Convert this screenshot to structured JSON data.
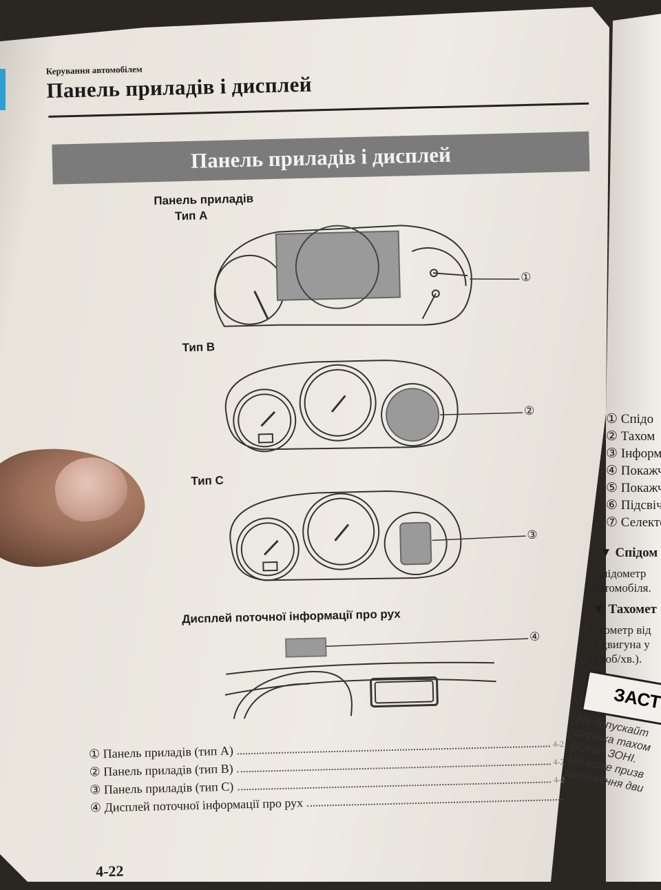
{
  "header": {
    "section_small": "Керування автомобілем",
    "section_title": "Панель приладів і дисплей",
    "banner": "Панель приладів і дисплей"
  },
  "figure": {
    "label_panel": "Панель приладів",
    "type_a": "Тип A",
    "type_b": "Тип B",
    "type_c": "Тип C",
    "label_display": "Дисплей поточної інформації про рух",
    "callouts": [
      "①",
      "②",
      "③",
      "④"
    ]
  },
  "legend": [
    {
      "num": "①",
      "text": "Панель приладів (тип A)",
      "page": "4-2"
    },
    {
      "num": "②",
      "text": "Панель приладів (тип B)",
      "page": "4-2"
    },
    {
      "num": "③",
      "text": "Панель приладів (тип C)",
      "page": "4-2"
    },
    {
      "num": "④",
      "text": "Дисплей поточної інформації про рух",
      "page": ""
    }
  ],
  "page_number": "4-22",
  "right_page": {
    "list": [
      "① Спідо",
      "② Тахом",
      "③ Інформ",
      "④ Покажч",
      "⑤ Покажч",
      "⑥ Підсвіч",
      "⑦ Селекто"
    ],
    "heading1": "▼ Спідом",
    "text1": [
      "Спідометр",
      "автомобіля."
    ],
    "heading2": "▼ Тахомет",
    "text2": [
      "Тахометр від",
      "ня двигуна у",
      "ну (об/хв.)."
    ],
    "warning_label": "ЗАСТ",
    "warning_text": [
      "Не допускайт",
      "стрілка тахом",
      "ВОНІЙ ЗОНІ.",
      "Це може призв",
      "шкодження дви"
    ]
  }
}
